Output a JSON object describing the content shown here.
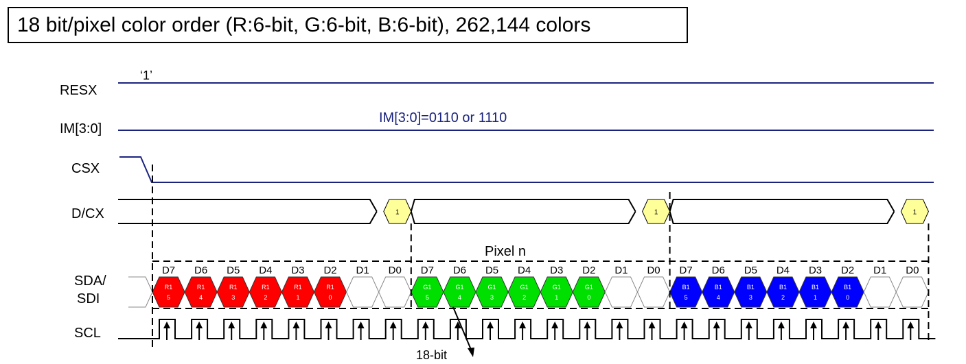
{
  "title": "18 bit/pixel color order (R:6-bit, G:6-bit, B:6-bit), 262,144 colors",
  "signals": {
    "resx": "RESX",
    "im": "IM[3:0]",
    "csx": "CSX",
    "dcx": "D/CX",
    "sda_line1": "SDA/",
    "sda_line2": "SDI",
    "scl": "SCL"
  },
  "annotations": {
    "resx_level": "‘1’",
    "im_value": "IM[3:0]=0110 or 1110",
    "pixel": "Pixel n",
    "bits": "18-bit"
  },
  "dcx_marker": "1",
  "colors": {
    "signal_line": "#1a237e",
    "red": "#ff0000",
    "green": "#00e000",
    "blue": "#0000ff",
    "dcx_fill": "#ffff99"
  },
  "bytes": [
    {
      "color": "red",
      "bit_labels": [
        "D7",
        "D6",
        "D5",
        "D4",
        "D3",
        "D2",
        "D1",
        "D0"
      ],
      "cells": [
        {
          "top": "R1",
          "bottom": "5"
        },
        {
          "top": "R1",
          "bottom": "4"
        },
        {
          "top": "R1",
          "bottom": "3"
        },
        {
          "top": "R1",
          "bottom": "2"
        },
        {
          "top": "R1",
          "bottom": "1"
        },
        {
          "top": "R1",
          "bottom": "0"
        },
        null,
        null
      ]
    },
    {
      "color": "green",
      "bit_labels": [
        "D7",
        "D6",
        "D5",
        "D4",
        "D3",
        "D2",
        "D1",
        "D0"
      ],
      "cells": [
        {
          "top": "G1",
          "bottom": "5"
        },
        {
          "top": "G1",
          "bottom": "4"
        },
        {
          "top": "G1",
          "bottom": "3"
        },
        {
          "top": "G1",
          "bottom": "2"
        },
        {
          "top": "G1",
          "bottom": "1"
        },
        {
          "top": "G1",
          "bottom": "0"
        },
        null,
        null
      ]
    },
    {
      "color": "blue",
      "bit_labels": [
        "D7",
        "D6",
        "D5",
        "D4",
        "D3",
        "D2",
        "D1",
        "D0"
      ],
      "cells": [
        {
          "top": "B1",
          "bottom": "5"
        },
        {
          "top": "B1",
          "bottom": "4"
        },
        {
          "top": "B1",
          "bottom": "3"
        },
        {
          "top": "B1",
          "bottom": "2"
        },
        {
          "top": "B1",
          "bottom": "1"
        },
        {
          "top": "B1",
          "bottom": "0"
        },
        null,
        null
      ]
    }
  ]
}
